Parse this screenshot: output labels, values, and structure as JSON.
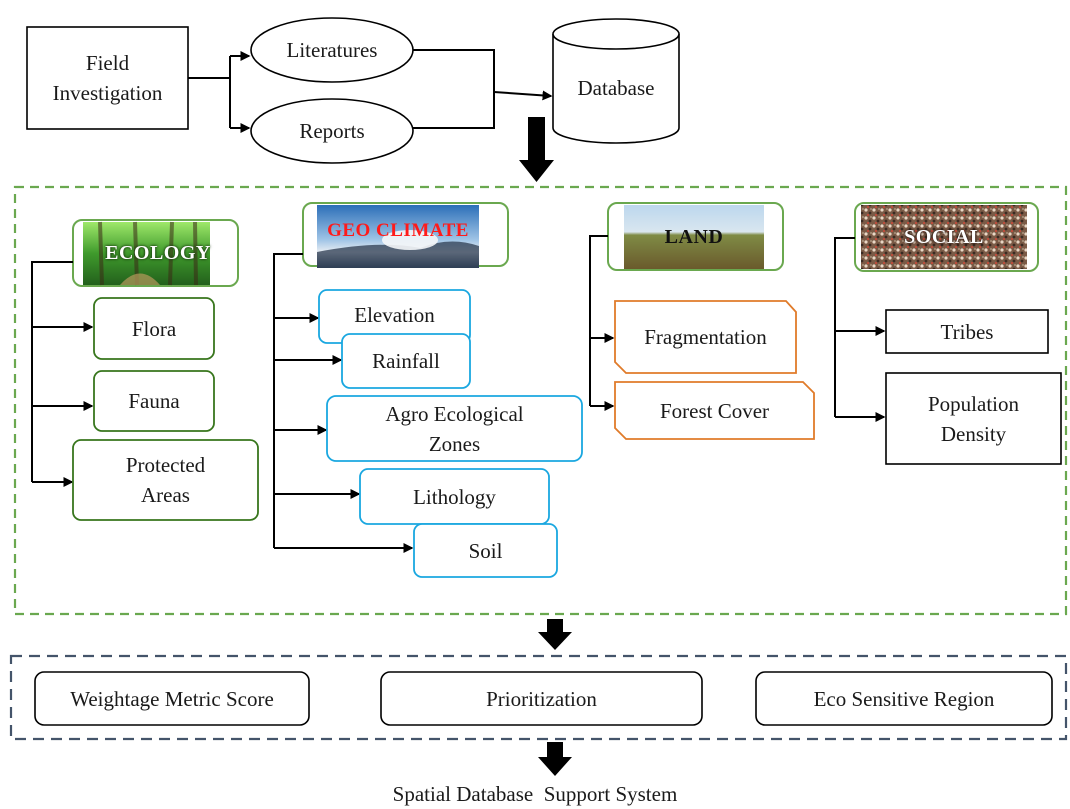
{
  "sources": {
    "field_investigation": "Field\nInvestigation",
    "literatures": "Literatures",
    "reports": "Reports",
    "database": "Database"
  },
  "categories": {
    "ecology": {
      "title": "ECOLOGY",
      "items": [
        "Flora",
        "Fauna",
        "Protected\nAreas"
      ]
    },
    "geo_climate": {
      "title": "GEO CLIMATE",
      "items": [
        "Elevation",
        "Rainfall",
        "Agro Ecological\nZones",
        "Lithology",
        "Soil"
      ]
    },
    "land": {
      "title": "LAND",
      "items": [
        "Fragmentation",
        "Forest Cover"
      ]
    },
    "social": {
      "title": "SOCIAL",
      "items": [
        "Tribes",
        "Population\nDensity"
      ]
    }
  },
  "analysis": {
    "weightage": "Weightage Metric Score",
    "prioritization": "Prioritization",
    "eco_sensitive": "Eco Sensitive Region"
  },
  "output": "Spatial Database  Support System",
  "colors": {
    "green_dashed": "#6aa84f",
    "green_box": "#38761d",
    "blue_box": "#1aa7e0",
    "orange_box": "#e07b2a",
    "slate_dashed": "#44546a",
    "geo_title": "#ff1a1a"
  }
}
